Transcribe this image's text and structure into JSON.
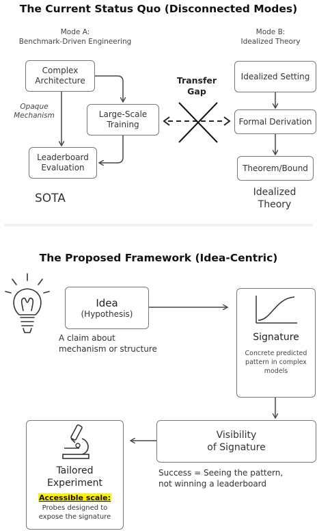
{
  "top": {
    "title": "The Current Status Quo (Disconnected Modes)",
    "mode_a": {
      "name": "Mode A:",
      "desc": "Benchmark-Driven Engineering"
    },
    "mode_b": {
      "name": "Mode B:",
      "desc": "Idealized Theory"
    },
    "complex_arch": "Complex\nArchitecture",
    "opaque": "Opaque\nMechanism",
    "large_scale": "Large-Scale\nTraining",
    "leaderboard": "Leaderboard\nEvaluation",
    "sota": "SOTA",
    "transfer_gap": "Transfer\nGap",
    "idealized_setting": "Idealized Setting",
    "formal_derivation": "Formal Derivation",
    "theorem_bound": "Theorem/Bound",
    "idealized_theory": "Idealized\nTheory"
  },
  "bottom": {
    "title": "The Proposed Framework (Idea-Centric)",
    "idea_title": "Idea",
    "idea_sub": "(Hypothesis)",
    "idea_caption": "A claim about\nmechanism or structure",
    "signature_title": "Signature",
    "signature_desc": "Concrete predicted\npattern in complex\nmodels",
    "visibility": "Visibility\nof Signature",
    "visibility_caption": "Success = Seeing the pattern,\nnot winning a leaderboard",
    "tailored": "Tailored\nExperiment",
    "accessible": "Accessible scale:",
    "probes": "Probes designed to\nexpose the signature"
  },
  "colors": {
    "highlight": "#fff200",
    "line": "#444444",
    "border": "#777777"
  },
  "icons": [
    "lightbulb-icon",
    "curve-chart-icon",
    "microscope-icon",
    "cross-icon"
  ]
}
